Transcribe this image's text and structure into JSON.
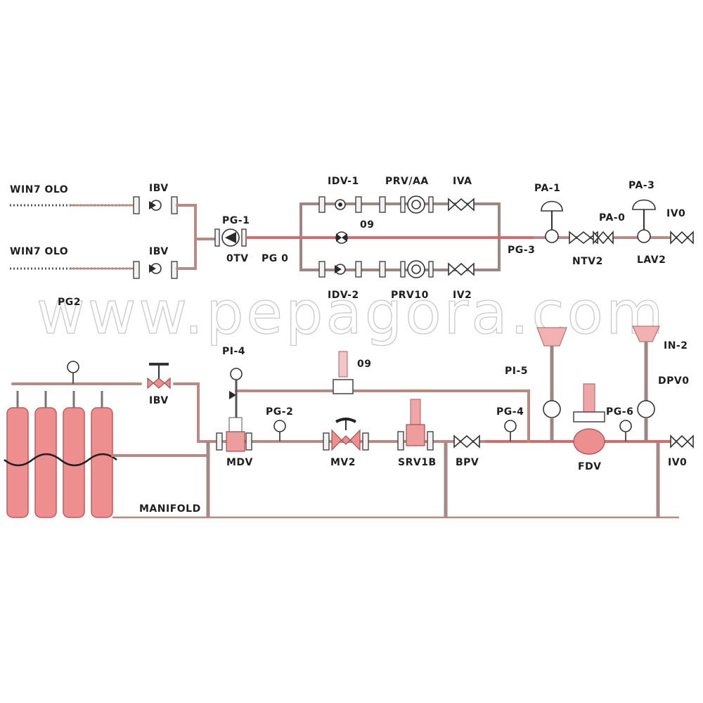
{
  "watermark": "www.pepagora.com",
  "colors": {
    "pipe": "#b98a84",
    "pipe_highlight": "#d36c6c",
    "cylinder": "#ef8e8e",
    "cylinder_outline": "#c05a5a",
    "label": "#1e1e1e",
    "watermark": "#c9c9c9"
  },
  "labels": {
    "inlet_top": "WIN7 OLO",
    "inlet_bottom": "WIN7 OLO",
    "valve_inlet_top": "IBV",
    "valve_inlet_bottom": "IBV",
    "pi_1": "PG-1",
    "otv": "0TV",
    "pg_0": "PG 0",
    "upper_valve": "IDV-1",
    "upper_reg": "PRV/AA",
    "upper_iva": "IVA",
    "bypass_label": "09",
    "lower_valve": "IDV-2",
    "lower_reg": "PRV10",
    "lower_iva": "IV2",
    "pa_1": "PA-1",
    "pa_3": "PA-3",
    "pa_0": "PA-0",
    "out_iv": "IV0",
    "pg_3": "PG-3",
    "ntv2": "NTV2",
    "lav2": "LAV2",
    "cyl_tag": "PG2",
    "cyl_valve": "IBV",
    "manifold": "MANIFOLD",
    "pi_4": "PI-4",
    "reg_main": "09",
    "pg_2": "PG-2",
    "main_valve": "MDV",
    "globe_valve": "MV2",
    "relief_valve": "SRV1B",
    "pi_5": "PI-5",
    "pg_4": "PG-4",
    "bypass_pump": "BPV",
    "pg_6": "PG-6",
    "pump": "FDV",
    "end_valve": "IV0",
    "gauge_right_top": "IN-2",
    "gauge_right_mid": "DPV0"
  }
}
